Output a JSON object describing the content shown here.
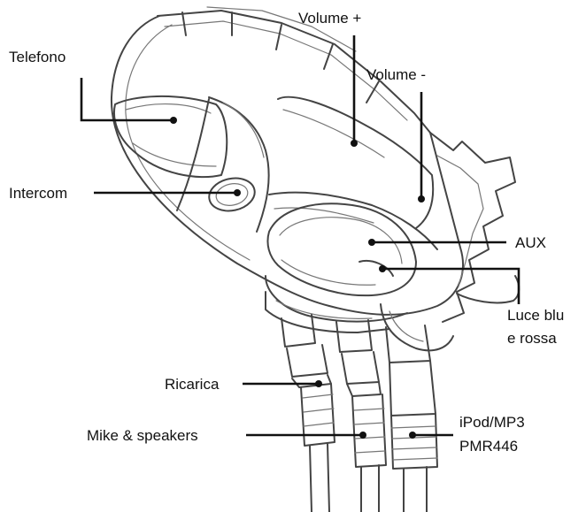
{
  "labels": {
    "telefono": "Telefono",
    "volume_plus": "Volume +",
    "volume_minus": "Volume -",
    "intercom": "Intercom",
    "aux": "AUX",
    "luce_line1": "Luce blu",
    "luce_line2": "e rossa",
    "ricarica": "Ricarica",
    "mike_speakers": "Mike & speakers",
    "ipod_line1": "iPod/MP3",
    "ipod_line2": "PMR446"
  }
}
